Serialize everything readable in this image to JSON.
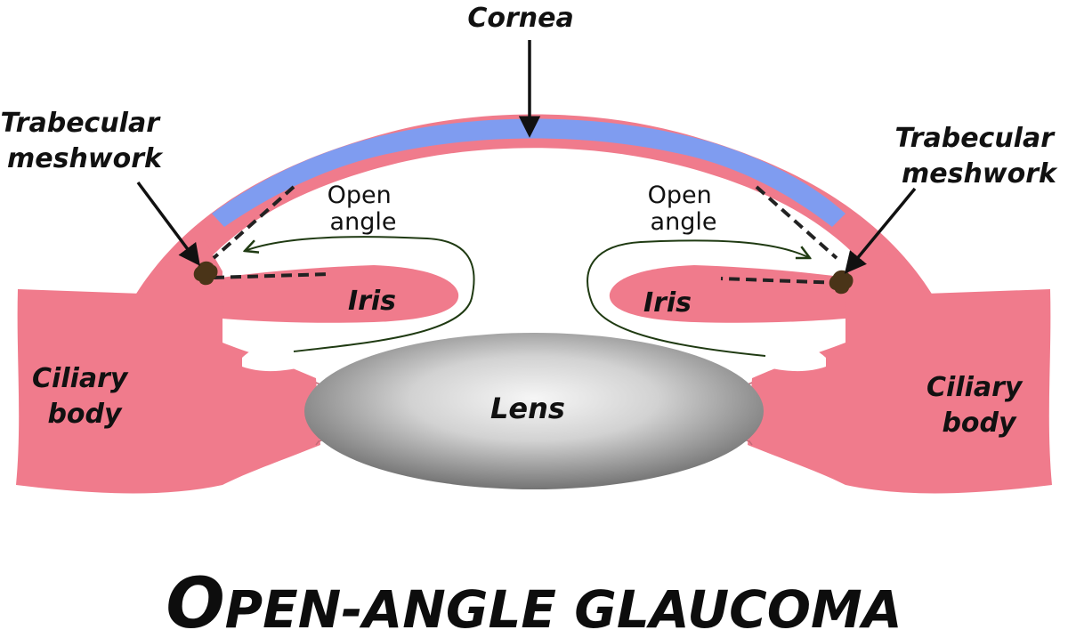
{
  "title": {
    "cap_letter": "O",
    "rest": "PEN-ANGLE GLAUCOMA",
    "full": "Open-angle glaucoma"
  },
  "labels": {
    "cornea": "Cornea",
    "trabecular_left": [
      "Trabecular",
      "meshwork"
    ],
    "trabecular_right": [
      "Trabecular",
      "meshwork"
    ],
    "open_angle_left": [
      "Open",
      "angle"
    ],
    "open_angle_right": [
      "Open",
      "angle"
    ],
    "iris_left": "Iris",
    "iris_right": "Iris",
    "ciliary_left": [
      "Ciliary",
      "body"
    ],
    "ciliary_right": [
      "Ciliary",
      "body"
    ],
    "lens": "Lens"
  },
  "colors": {
    "tissue_pink": "#f07b8c",
    "cornea_blue": "#7f9cf0",
    "trabecular_brown": "#4a3418",
    "lens_light": "#f4f4f4",
    "lens_dark": "#6e6e6e",
    "flow_arrow": "#1f3a12",
    "text": "#111111"
  }
}
